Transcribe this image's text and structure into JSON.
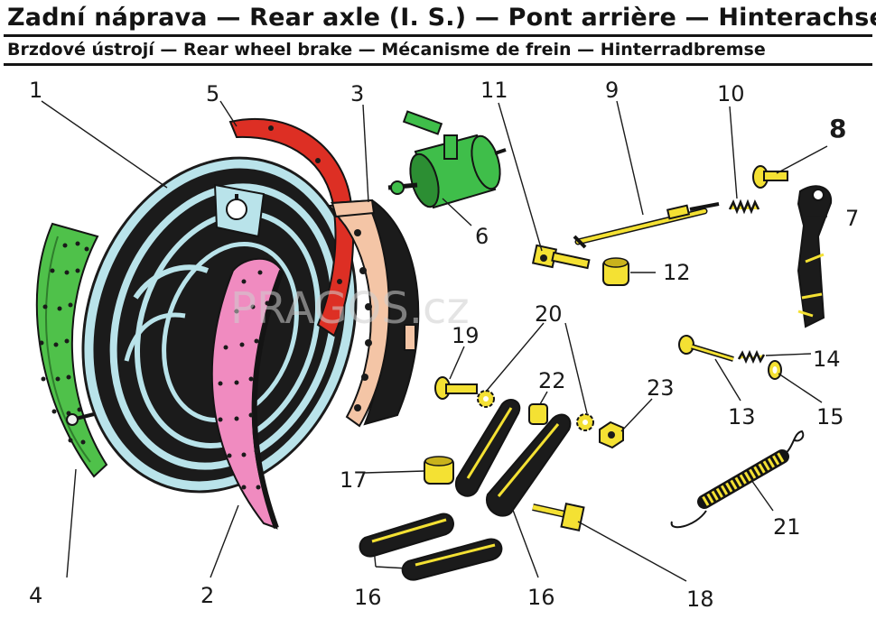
{
  "header": {
    "title": "Zadní náprava — Rear axle (I. S.) — Pont arrière — Hinterachse",
    "subtitle": "Brzdové ústrojí — Rear wheel brake — Mécanisme de frein — Hinterradbremse"
  },
  "watermark": "PRAGOS.cz",
  "callouts": {
    "n1": "1",
    "n2": "2",
    "n3": "3",
    "n4": "4",
    "n5": "5",
    "n6": "6",
    "n7": "7",
    "n8": "8",
    "n9": "9",
    "n10": "10",
    "n11": "11",
    "n12": "12",
    "n13": "13",
    "n14": "14",
    "n15": "15",
    "n16a": "16",
    "n16b": "16",
    "n17": "17",
    "n18": "18",
    "n19": "19",
    "n20": "20",
    "n21": "21",
    "n22": "22",
    "n23": "23"
  },
  "colors": {
    "backing_plate": "#b9e3ea",
    "shoe_red": "#dd2f24",
    "shoe_peach": "#f4c5a6",
    "lining_pink": "#f08bc0",
    "lining_green": "#4fc14a",
    "cylinder_green": "#3fbe4a",
    "parts_yellow": "#f4e133",
    "ink": "#141414"
  }
}
